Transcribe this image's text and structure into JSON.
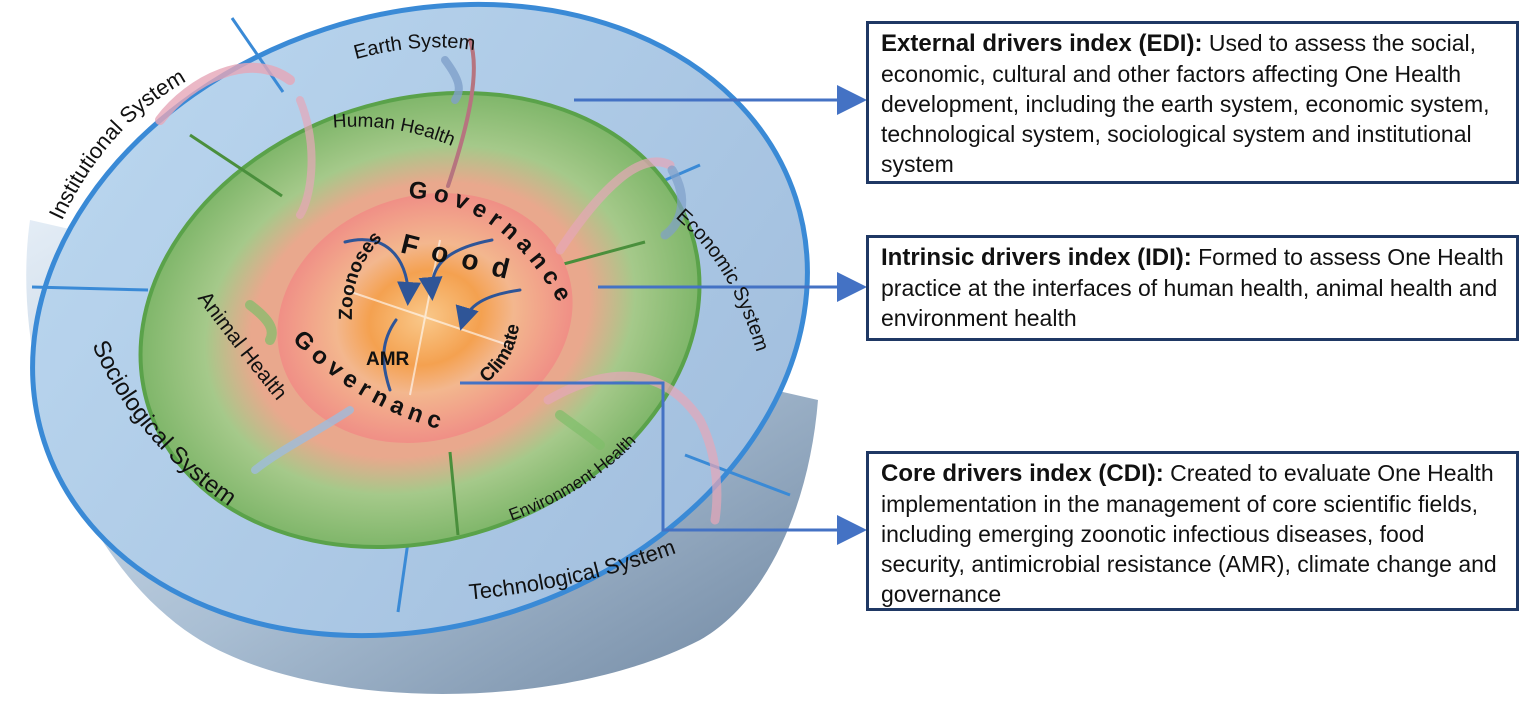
{
  "outer_ring": {
    "earth": "Earth System",
    "institutional": "Institutional System",
    "economic": "Economic System",
    "sociological": "Sociological System",
    "technological": "Technological System"
  },
  "middle_ring": {
    "human": "Human Health",
    "animal": "Animal Health",
    "environment": "Environment Health"
  },
  "core": {
    "governance_top": "Governance",
    "governance_bottom": "Governance",
    "food": "Food",
    "zoonoses": "Zoonoses",
    "climate": "Climate",
    "amr": "AMR"
  },
  "boxes": {
    "edi": {
      "title": "External drivers index (EDI):",
      "text": " Used to assess the social, economic, cultural and other factors affecting One Health development, including the earth system, economic system, technological system, sociological system and institutional system"
    },
    "idi": {
      "title": "Intrinsic drivers index (IDI):",
      "text": " Formed to assess One Health practice at the interfaces of human health, animal health and environment health"
    },
    "cdi": {
      "title": "Core drivers index (CDI):",
      "text": " Created to evaluate One Health implementation in the management of core scientific fields, including emerging zoonotic infectious diseases, food security, antimicrobial resistance (AMR), climate change and governance"
    }
  },
  "colors": {
    "outer_ring": "#c7ddf2",
    "middle_ring": "#7fbe6a",
    "core_center": "#f6a24a",
    "core_edge": "#ef8f86",
    "box_border": "#1f3864",
    "connector": "#4472c4"
  }
}
